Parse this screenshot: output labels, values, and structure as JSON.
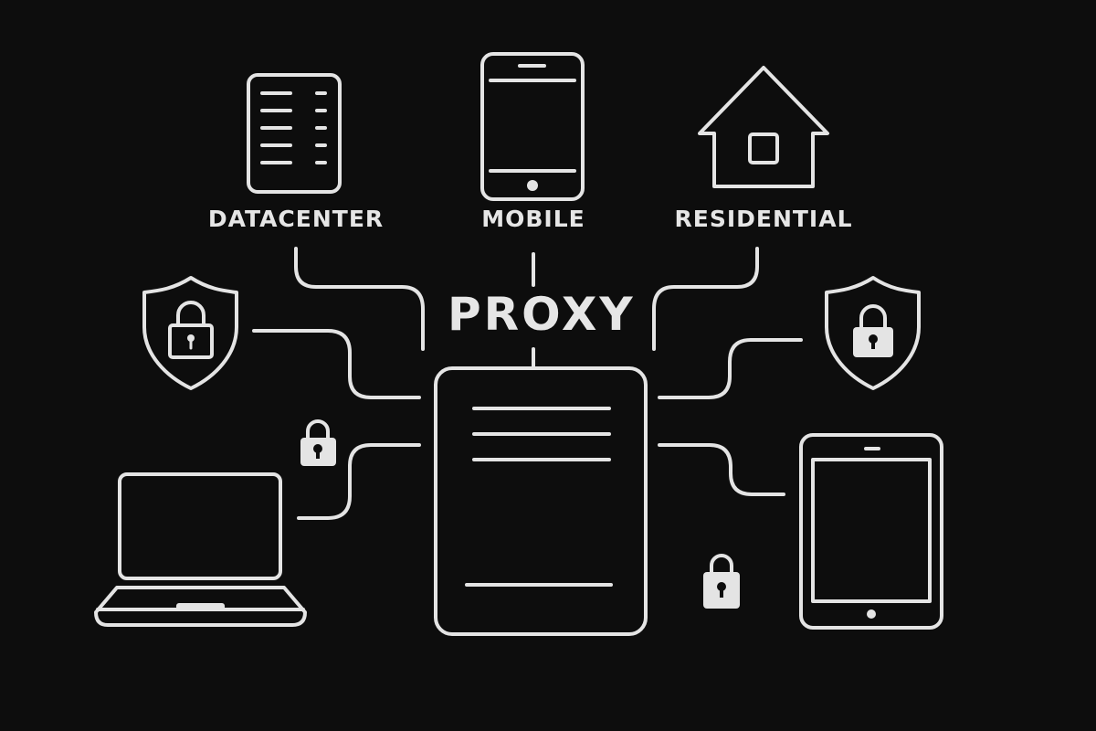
{
  "diagram": {
    "title": "PROXY",
    "background_color": "#0d0d0d",
    "stroke_color": "#e4e4e4",
    "categories": [
      {
        "label": "DATACENTER",
        "icon": "server-rack-icon"
      },
      {
        "label": "MOBILE",
        "icon": "smartphone-icon"
      },
      {
        "label": "RESIDENTIAL",
        "icon": "house-icon"
      }
    ],
    "central_node": {
      "icon": "proxy-server-icon"
    },
    "peripheral_nodes": [
      {
        "icon": "shield-lock-icon",
        "position": "left"
      },
      {
        "icon": "shield-lock-icon",
        "position": "right"
      },
      {
        "icon": "laptop-icon",
        "position": "bottom-left"
      },
      {
        "icon": "tablet-icon",
        "position": "bottom-right"
      },
      {
        "icon": "padlock-icon",
        "position": "left-middle"
      },
      {
        "icon": "padlock-icon",
        "position": "right-bottom"
      }
    ]
  }
}
